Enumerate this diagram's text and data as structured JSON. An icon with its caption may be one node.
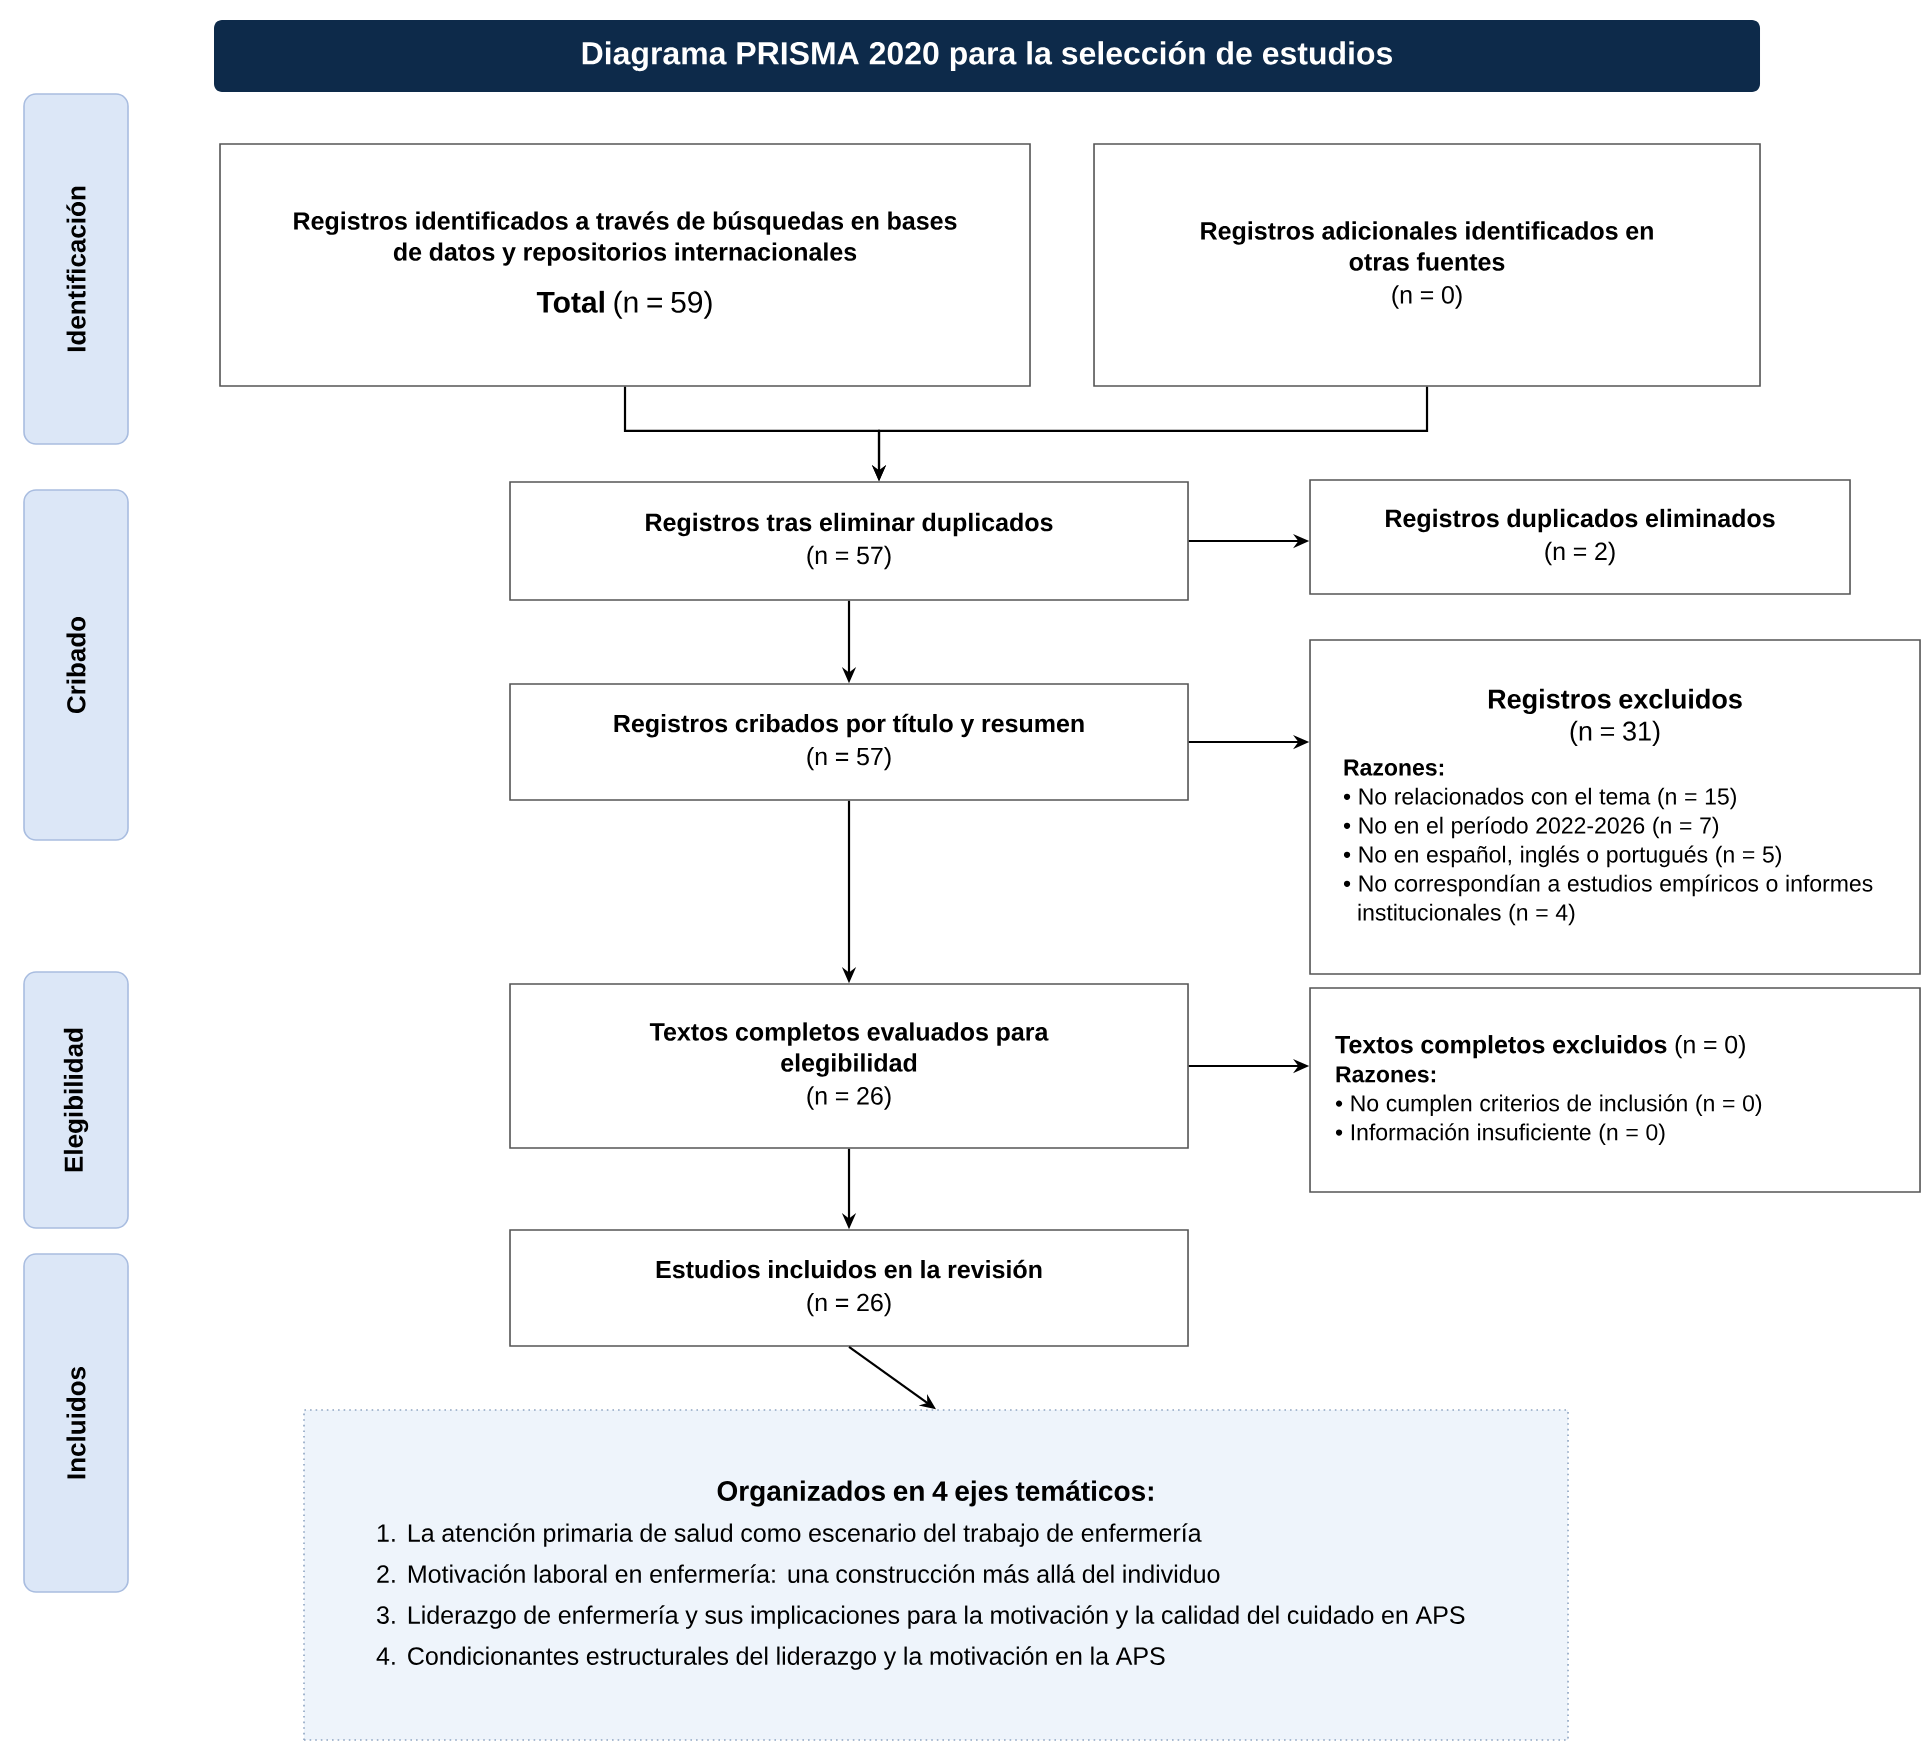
{
  "diagram": {
    "title": "Diagrama PRISMA 2020 para la selección de estudios",
    "nodes": [
      {
        "text": [
          "Identificación"
        ]
      },
      {
        "text": [
          "Cribado"
        ]
      },
      {
        "text": [
          "Elegibilidad"
        ]
      },
      {
        "text": [
          "Incluidos"
        ]
      },
      {
        "text": [
          "Registros identificados a través de búsquedas en bases de datos y repositorios internacionales",
          "**Total** (n = 59)"
        ]
      },
      {
        "text": [
          "Registros adicionales identificados en otras fuentes",
          "(n = 0)"
        ]
      },
      {
        "text": [
          "Registros tras eliminar duplicados",
          "(n = 57)"
        ]
      },
      {
        "text": [
          "Registros duplicados eliminados",
          "(n = 2)"
        ]
      },
      {
        "text": [
          "Registros cribados por título y resumen",
          "(n = 57)"
        ]
      },
      {
        "text": [
          "Registros excluidos",
          "(n = 31)",
          "Razones:",
          "• No relacionados con el tema (n = 15)",
          "• No en el período 2022-2026 (n = 7)",
          "• No en español, inglés o portugués (n = 5)",
          "• No correspondían a estudios empíricos o informes institucionales (n = 4)"
        ]
      },
      {
        "text": [
          "Textos completos evaluados para elegibilidad",
          "(n = 26)"
        ]
      },
      {
        "text": [
          "**Textos completos excluidos** (n = 0)",
          "Razones:",
          "• No cumplen criterios de inclusión (n = 0)",
          "• Información insuficiente (n = 0)"
        ]
      },
      {
        "text": [
          "Estudios incluidos en la revisión",
          "(n = 26)"
        ]
      },
      {
        "text": [
          "Organizados en 4 ejes temáticos:",
          "1. La atención primaria de salud como escenario del trabajo de enfermería",
          "2. Motivación laboral en enfermería: una construcción más allá del individuo",
          "3. Liderazgo de enfermería y sus implicaciones para la motivación y la calidad del cuidado en APS",
          "4. Condicionantes estructurales del liderazgo y la motivación en la APS"
        ]
      }
    ],
    "edges": [
      {
        "from": 4,
        "to": 6,
        "arrow": "to"
      },
      {
        "from": 5,
        "to": 6,
        "arrow": "to"
      },
      {
        "from": 6,
        "to": 7,
        "arrow": "to"
      },
      {
        "from": 6,
        "to": 8,
        "arrow": "to"
      },
      {
        "from": 8,
        "to": 9,
        "arrow": "to"
      },
      {
        "from": 8,
        "to": 10,
        "arrow": "to"
      },
      {
        "from": 10,
        "to": 11,
        "arrow": "to"
      },
      {
        "from": 10,
        "to": 12,
        "arrow": "to"
      },
      {
        "from": 12,
        "to": 13,
        "arrow": "to"
      }
    ]
  }
}
